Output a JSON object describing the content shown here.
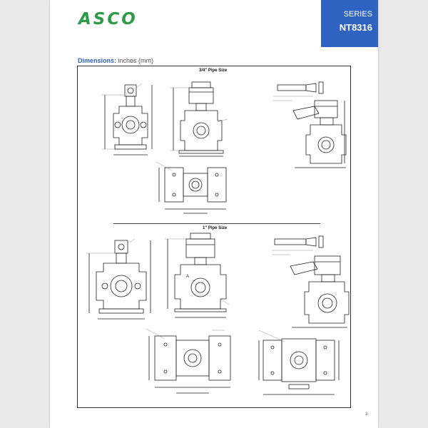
{
  "header": {
    "logo_text": "ASCO",
    "series_label": "SERIES",
    "series_number": "NT8316",
    "brand_green": "#2e9b47",
    "band_blue": "#2f63c2"
  },
  "section": {
    "title": "Dimensions:",
    "units": "inches (mm)"
  },
  "drawings": {
    "pipe_34_title": "3/4\" Pipe Size",
    "pipe_1_title": "1\" Pipe Size"
  },
  "page_number": "3"
}
